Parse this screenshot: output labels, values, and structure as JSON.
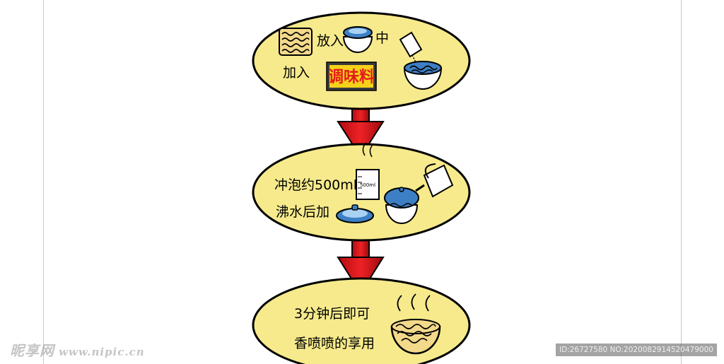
{
  "steps": [
    {
      "text_put": "放入",
      "text_in": "中",
      "text_add": "加入",
      "label_box": "调味料",
      "icons": [
        "noodle-block-icon",
        "bowl-icon",
        "seasoning-packet-icon",
        "noodle-bowl-icon"
      ]
    },
    {
      "line1": "冲泡约500ml",
      "line2": "沸水后加",
      "cup_label": "500ml",
      "icons": [
        "measuring-cup-icon",
        "lid-icon",
        "kettle-icon",
        "covered-bowl-icon"
      ]
    },
    {
      "line1": "3分钟后即可",
      "line2": "香喷喷的享用",
      "icons": [
        "steaming-noodle-bowl-icon"
      ]
    }
  ],
  "colors": {
    "ellipse_fill": "#f6ea8c",
    "arrow": "#e0161b",
    "outline": "#000000",
    "bowl_blue": "#3d7fc4",
    "label_box": "#f5d21a"
  },
  "watermark": {
    "left_brand": "昵享网",
    "left_url": "www.nipic.cn",
    "right_id": "ID:26727580 NO:20200829145204790​00"
  }
}
